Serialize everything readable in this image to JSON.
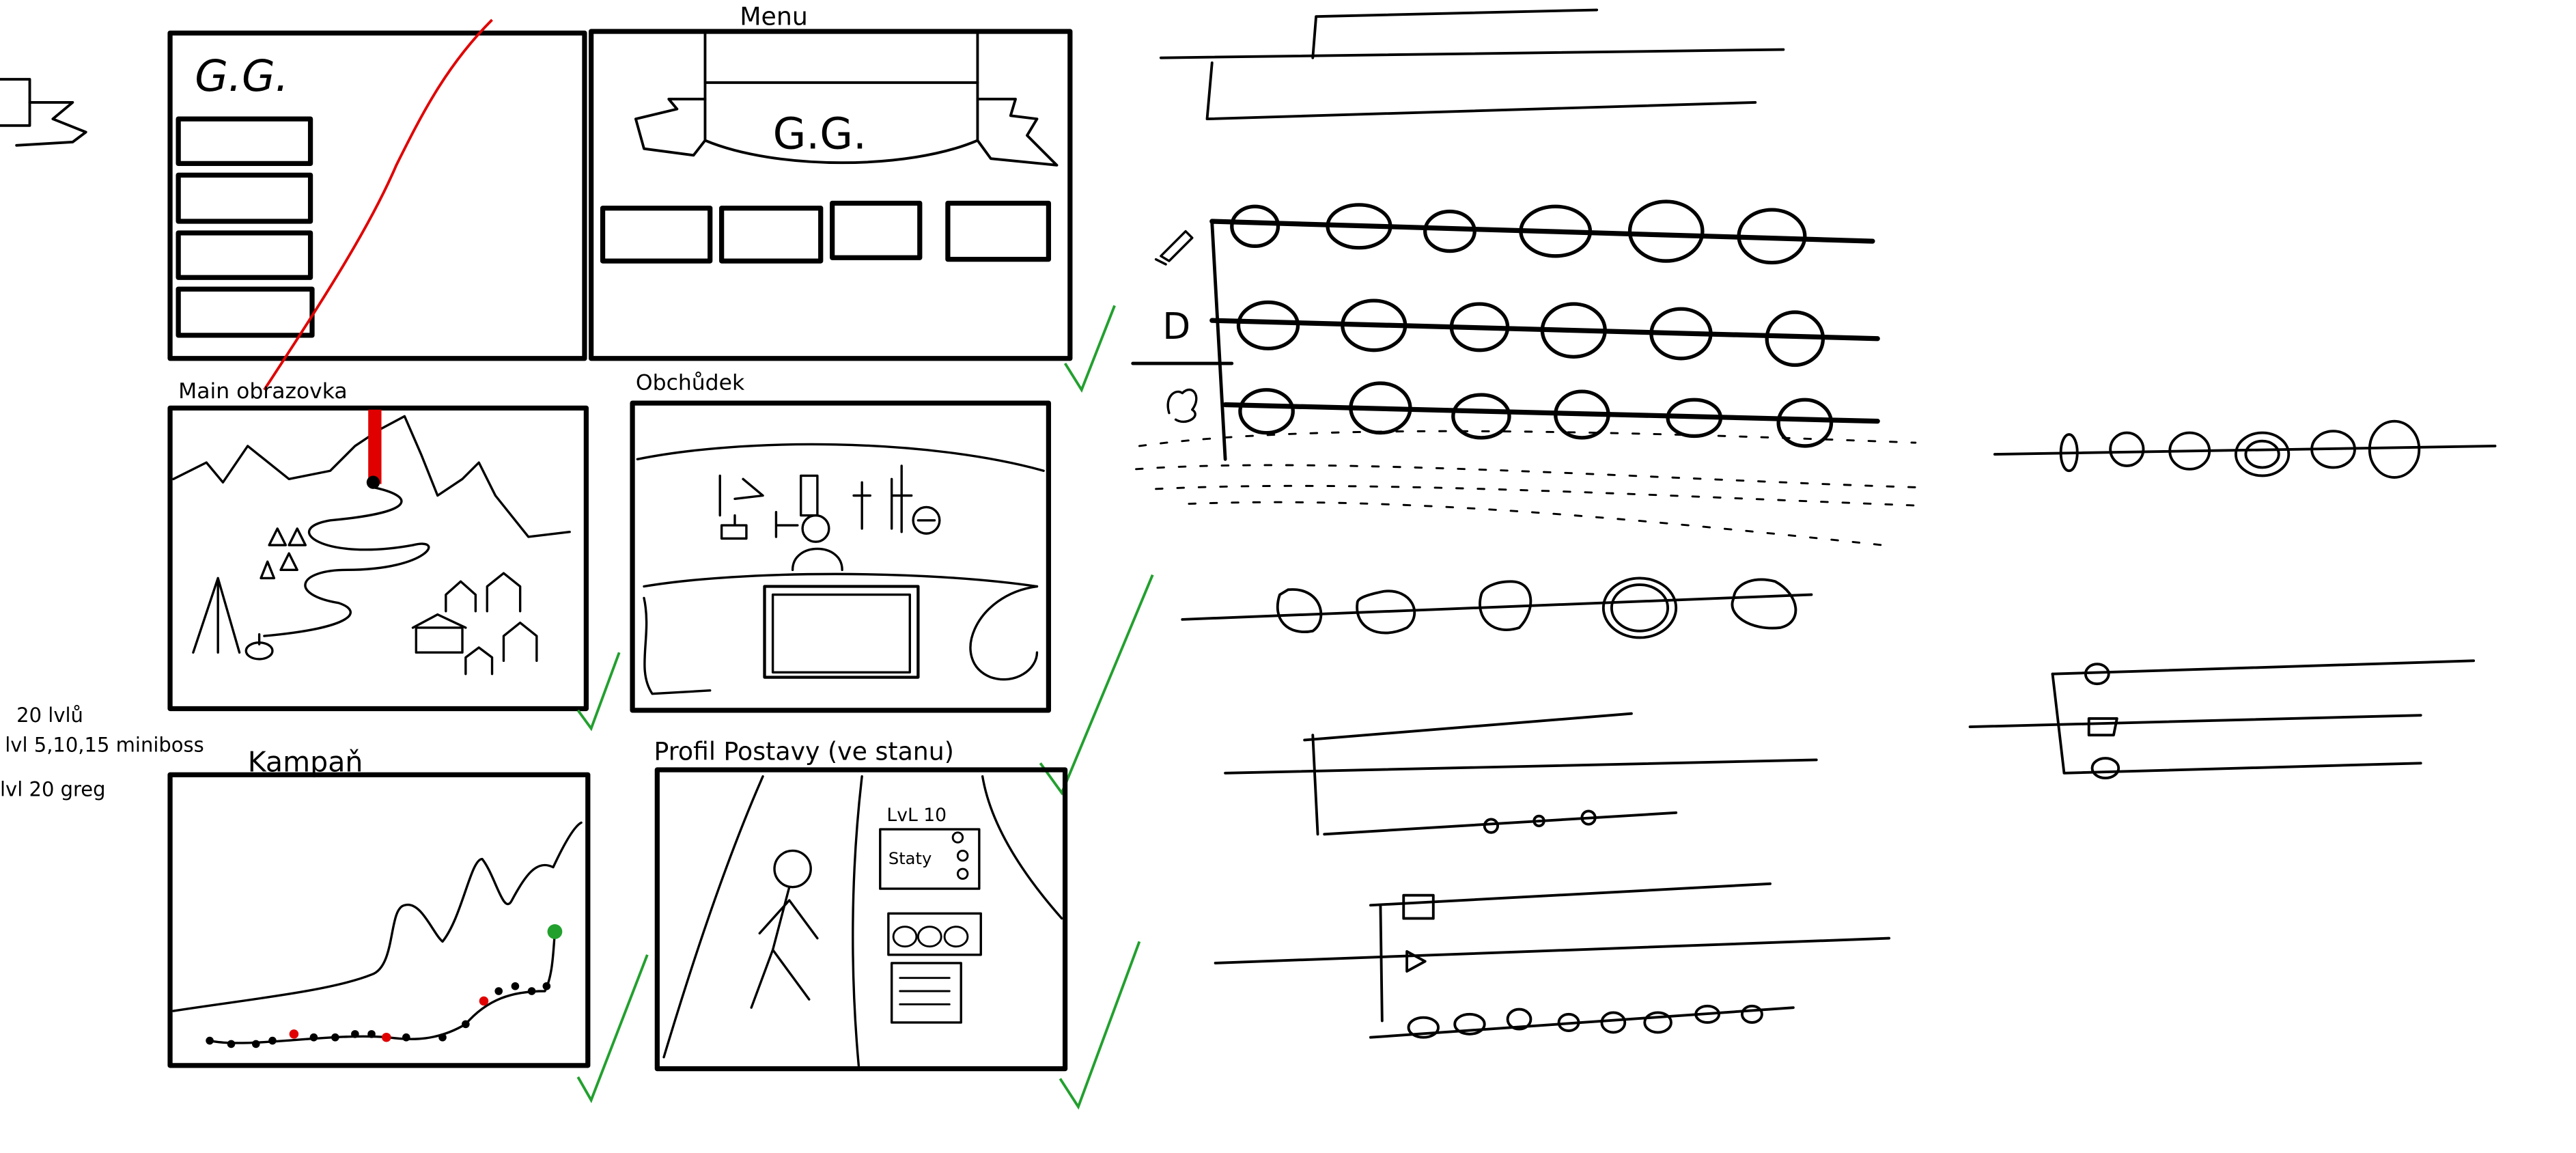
{
  "title_menu": "Menu",
  "logo_text": "G.G.",
  "labels": {
    "main": "Main obrazovka",
    "shop": "Obchůdek",
    "campaign": "Kampaň",
    "profile": "Profil Postavy (ve stanu)"
  },
  "notes": {
    "line1": "20 lvlů",
    "line2": "lvl 5,10,15 miniboss",
    "line3": "lvl 20 greg"
  },
  "profile_card": {
    "level": "LvL 10",
    "stats": "Staty"
  },
  "colors": {
    "ink": "#000000",
    "red": "#e00000",
    "green": "#22a02e"
  },
  "icons": [
    "sword-icon",
    "shield-icon",
    "potion-icon",
    "flag-icon",
    "tree-icon",
    "house-icon",
    "tent-icon",
    "mountain-icon",
    "stick-figure-icon",
    "check-icon"
  ]
}
